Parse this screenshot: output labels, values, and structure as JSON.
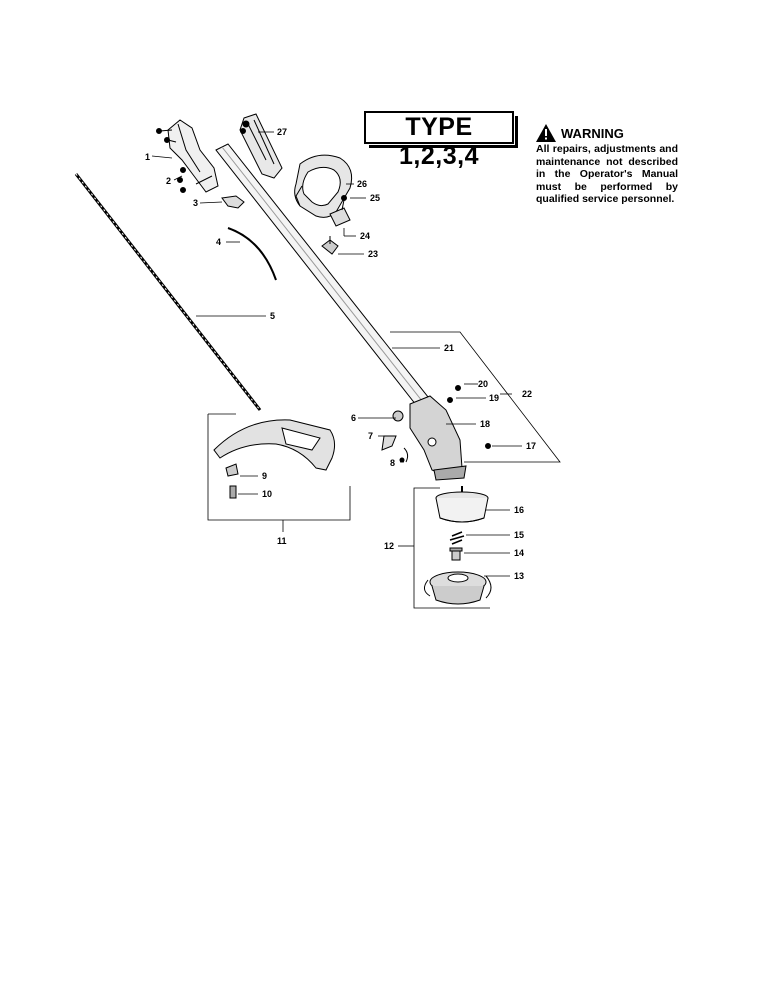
{
  "type_label": "TYPE 1,2,3,4",
  "warning": {
    "heading": "WARNING",
    "text": "All repairs, adjustments and maintenance not described in the Operator's Manual must be performed by qualified service personnel.",
    "icon": "warning-triangle-icon"
  },
  "callouts": {
    "c1": "1",
    "c2": "2",
    "c3": "3",
    "c4": "4",
    "c5": "5",
    "c6": "6",
    "c7": "7",
    "c8": "8",
    "c9": "9",
    "c10": "10",
    "c11": "11",
    "c12": "12",
    "c13": "13",
    "c14": "14",
    "c15": "15",
    "c16": "16",
    "c17": "17",
    "c18": "18",
    "c19": "19",
    "c20": "20",
    "c21": "21",
    "c22": "22",
    "c23": "23",
    "c24": "24",
    "c25": "25",
    "c26": "26",
    "c27": "27"
  },
  "parts": [
    "handle-bracket",
    "shaft-tube",
    "flex-drive-shaft",
    "assist-handle",
    "guard",
    "gear-head",
    "trimmer-head-spool",
    "trimmer-head-cover",
    "spring",
    "bolt"
  ]
}
